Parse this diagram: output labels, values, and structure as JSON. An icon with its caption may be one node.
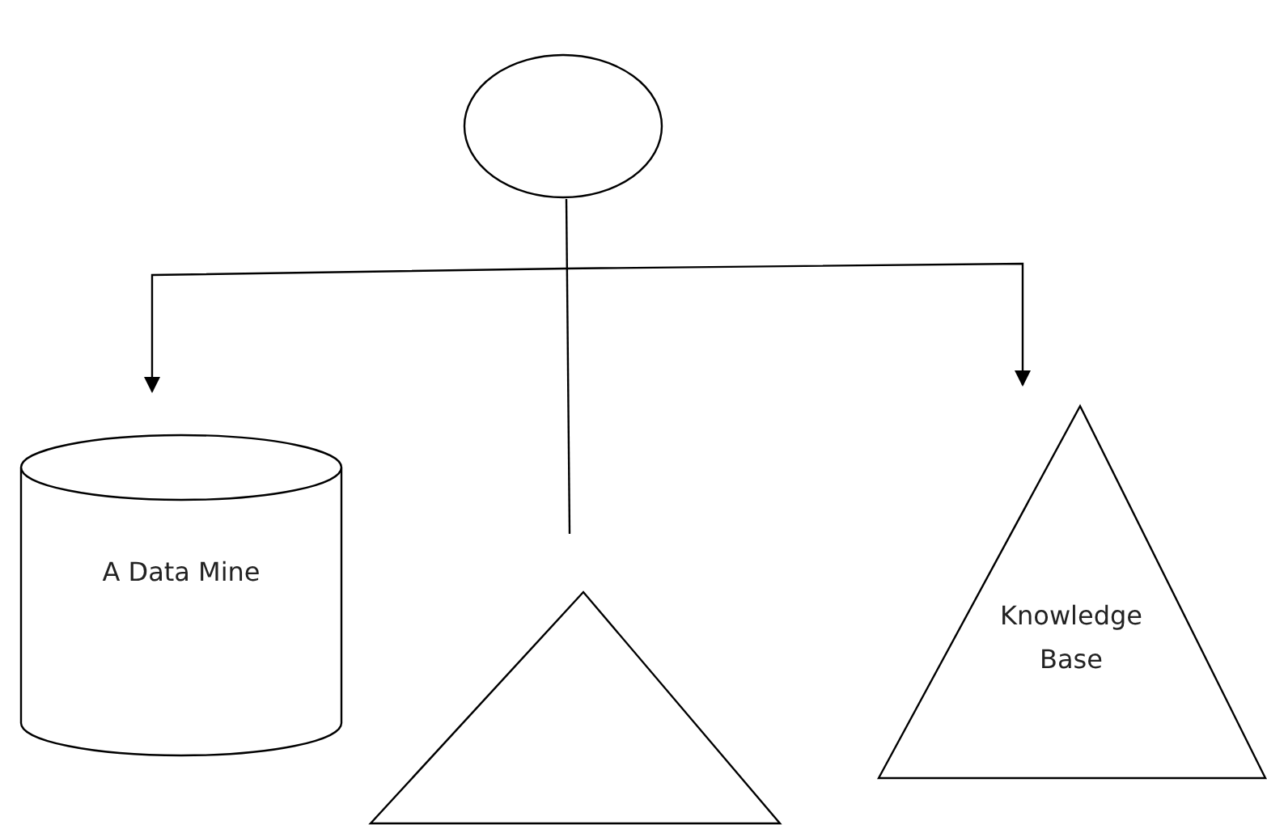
{
  "diagram": {
    "nodes": [
      {
        "text": [],
        "shape": "circle"
      },
      {
        "text": [
          "A Data Mine"
        ]
      },
      {
        "text": [],
        "shape": "triangle"
      },
      {
        "text": [
          "Knowledge Base"
        ]
      }
    ],
    "edges": [
      {
        "from": null,
        "to": 1,
        "arrow": "to"
      },
      {
        "from": null,
        "to": 3,
        "arrow": "to"
      }
    ]
  }
}
